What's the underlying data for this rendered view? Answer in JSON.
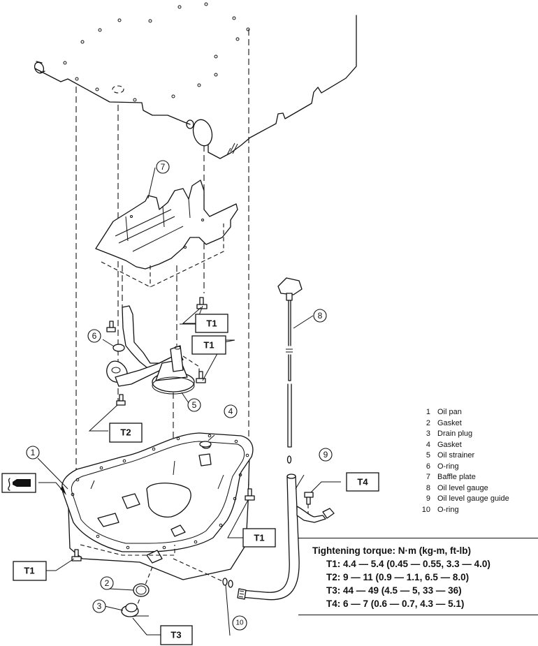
{
  "diagram": {
    "title": "Oil pan and oil strainer exploded view",
    "callouts": [
      "1",
      "2",
      "3",
      "4",
      "5",
      "6",
      "7",
      "8",
      "9",
      "10"
    ],
    "torque_boxes": {
      "t1_strainer_upper": "T1",
      "t1_strainer_lower": "T1",
      "t2_strainer": "T2",
      "t1_pan_right": "T1",
      "t1_pan_left": "T1",
      "t3_drain": "T3",
      "t4_guide": "T4"
    },
    "sealant_icon": "liquid-gasket-tube-icon"
  },
  "legend": {
    "items": [
      {
        "num": "1",
        "label": "Oil pan"
      },
      {
        "num": "2",
        "label": "Gasket"
      },
      {
        "num": "3",
        "label": "Drain plug"
      },
      {
        "num": "4",
        "label": "Gasket"
      },
      {
        "num": "5",
        "label": "Oil strainer"
      },
      {
        "num": "6",
        "label": "O-ring"
      },
      {
        "num": "7",
        "label": "Baffle plate"
      },
      {
        "num": "8",
        "label": "Oil level gauge"
      },
      {
        "num": "9",
        "label": "Oil level gauge guide"
      },
      {
        "num": "10",
        "label": "O-ring"
      }
    ]
  },
  "torque": {
    "title": "Tightening torque:  N·m (kg-m, ft-lb)",
    "rows": [
      "T1: 4.4 — 5.4 (0.45 — 0.55, 3.3 — 4.0)",
      "T2: 9 — 11 (0.9 — 1.1, 6.5 — 8.0)",
      "T3: 44 — 49 (4.5 — 5, 33 — 36)",
      "T4: 6 — 7 (0.6 — 0.7, 4.3 — 5.1)"
    ]
  }
}
